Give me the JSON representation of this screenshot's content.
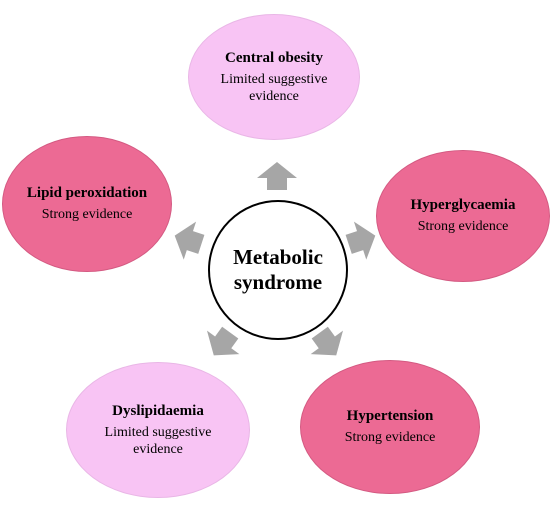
{
  "center": {
    "label": "Metabolic syndrome"
  },
  "nodes": [
    {
      "id": "central-obesity",
      "title": "Central obesity",
      "evidence": "Limited suggestive evidence",
      "color": "#f8c4f4"
    },
    {
      "id": "hyperglycaemia",
      "title": "Hyperglycaemia",
      "evidence": "Strong evidence",
      "color": "#ec6a94"
    },
    {
      "id": "hypertension",
      "title": "Hypertension",
      "evidence": "Strong evidence",
      "color": "#ec6a94"
    },
    {
      "id": "dyslipidaemia",
      "title": "Dyslipidaemia",
      "evidence": "Limited suggestive evidence",
      "color": "#f8c4f4"
    },
    {
      "id": "lipid-peroxidation",
      "title": "Lipid peroxidation",
      "evidence": "Strong evidence",
      "color": "#ec6a94"
    }
  ],
  "colors": {
    "strong": "#ec6a94",
    "limited": "#f8c4f4",
    "arrow": "#a6a6a6"
  }
}
